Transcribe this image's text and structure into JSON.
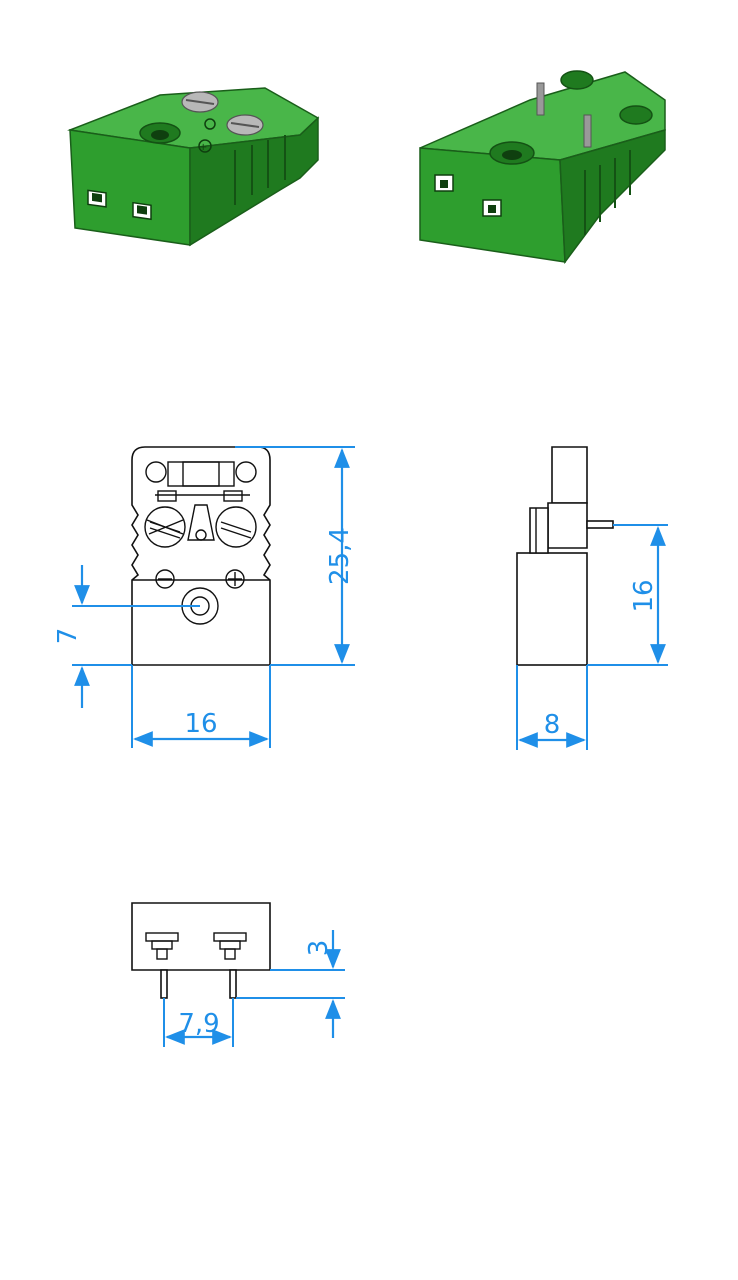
{
  "colors": {
    "body_green": "#2e9e2e",
    "body_green_dark": "#1f7a1f",
    "body_green_light": "#49b649",
    "dimension_blue": "#1f8fe8",
    "outline": "#111111"
  },
  "views": {
    "iso_front": {
      "name": "iso-front-view"
    },
    "iso_back": {
      "name": "iso-back-view"
    },
    "front": {
      "name": "front-view"
    },
    "side": {
      "name": "side-view"
    },
    "bottom": {
      "name": "bottom-view"
    }
  },
  "dimensions": {
    "front_height": "25,4",
    "front_width": "16",
    "front_hole_offset": "7",
    "side_height": "16",
    "side_depth": "8",
    "bottom_pin_pitch": "7,9",
    "bottom_pin_length": "3"
  }
}
